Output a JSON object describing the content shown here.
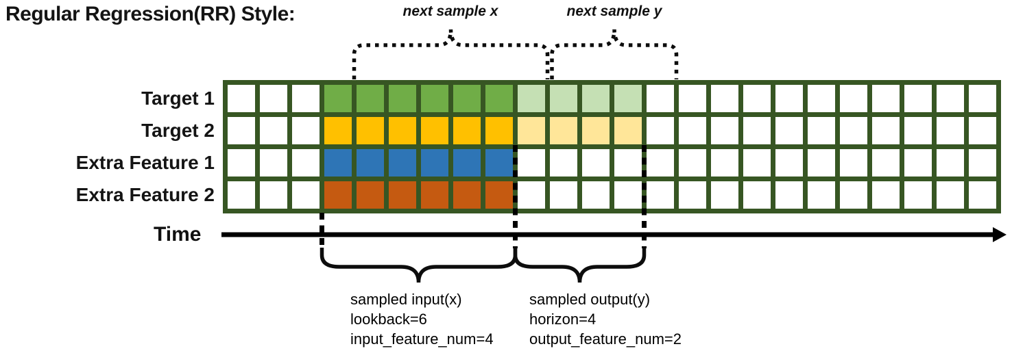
{
  "title": "Regular Regression(RR) Style:",
  "annotations": {
    "next_sample_x": "next sample x",
    "next_sample_y": "next sample y",
    "time_label": "Time"
  },
  "sampled_input": {
    "lines": [
      "sampled input(x)",
      "lookback=6",
      "input_feature_num=4"
    ]
  },
  "sampled_output": {
    "lines": [
      "sampled output(y)",
      "horizon=4",
      "output_feature_num=2"
    ]
  },
  "grid": {
    "columns": 24,
    "lead_in_cols": 3,
    "lookback": 6,
    "horizon": 4,
    "border_color": "#375623",
    "empty_color": "#FFFFFF",
    "rows": [
      {
        "label": "Target 1",
        "input_color": "#70AD47",
        "output_color": "#C5E0B4"
      },
      {
        "label": "Target 2",
        "input_color": "#FFC000",
        "output_color": "#FFE699"
      },
      {
        "label": "Extra Feature 1",
        "input_color": "#2E75B6",
        "output_color": null
      },
      {
        "label": "Extra Feature 2",
        "input_color": "#C55A11",
        "output_color": null
      }
    ]
  }
}
